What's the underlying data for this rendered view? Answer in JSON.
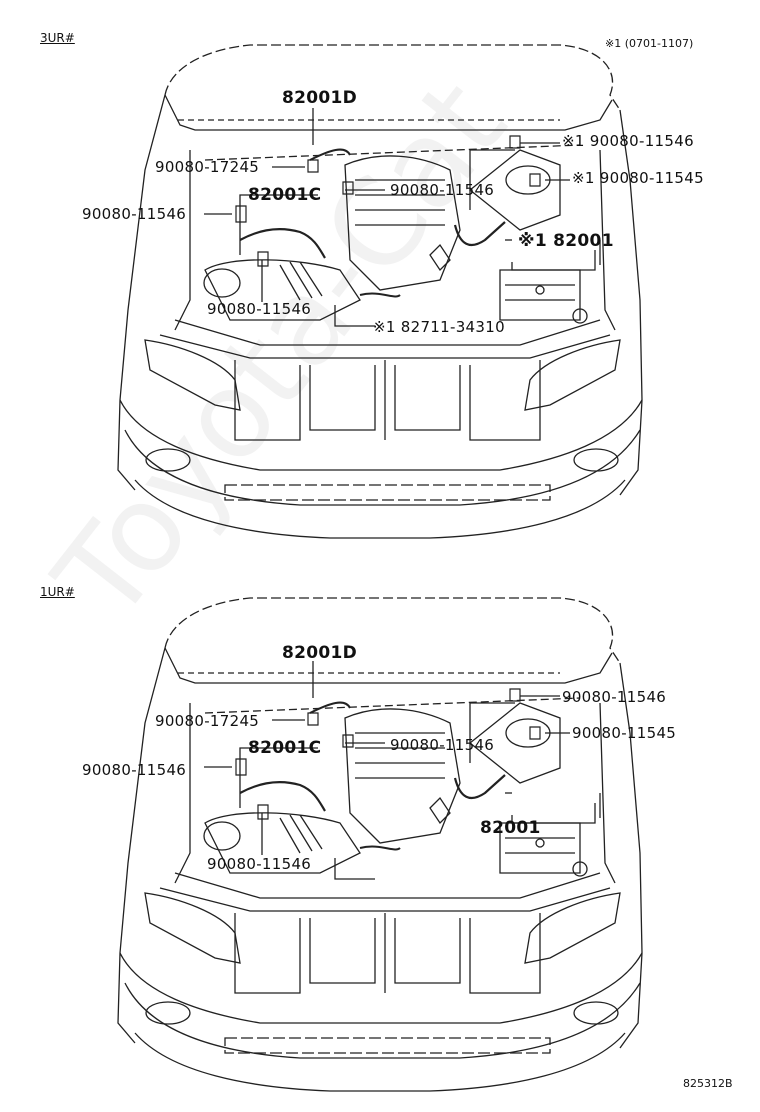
{
  "header": {
    "note": "※1 (0701-1107)",
    "figure_id": "825312B"
  },
  "watermark": "Toyota-Cat",
  "top": {
    "section": "3UR#",
    "labels": {
      "l82001D": "82001D",
      "l17245": "90080-17245",
      "l82001C": "82001C",
      "l11546_left": "90080-11546",
      "l11546_mid": "90080-11546",
      "l11546_low": "90080-11546",
      "l11546_top": "※1 90080-11546",
      "l11545": "※1 90080-11545",
      "l82001": "※1 82001",
      "l82711": "※1 82711-34310"
    }
  },
  "bottom": {
    "section": "1UR#",
    "labels": {
      "l82001D": "82001D",
      "l17245": "90080-17245",
      "l82001C": "82001C",
      "l11546_left": "90080-11546",
      "l11546_mid": "90080-11546",
      "l11546_low": "90080-11546",
      "l11546_top": "90080-11546",
      "l11545": "90080-11545",
      "l82001": "82001"
    }
  }
}
